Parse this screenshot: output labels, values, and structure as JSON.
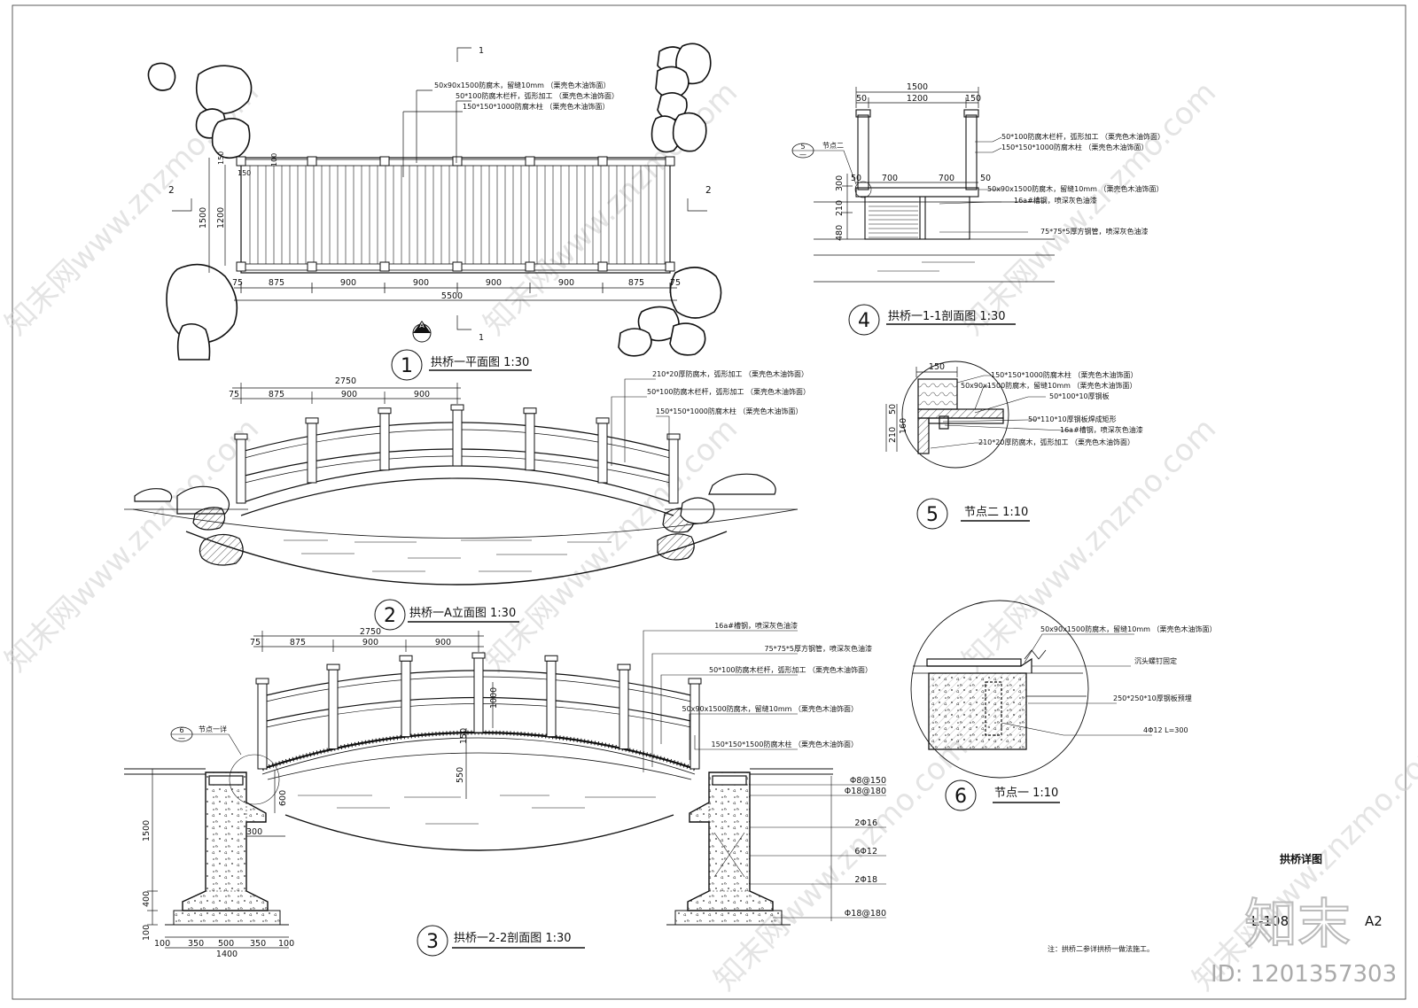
{
  "drawing": {
    "title": "拱桥详图",
    "number": "L-108",
    "sheet_size": "A2",
    "note": "注：拱桥二参详拱桥一做法施工。",
    "brand": "知末",
    "id_label": "ID: 1201357303",
    "watermark_text": "知末网www.znzmo.com"
  },
  "plan": {
    "caption_num": "1",
    "caption": "拱桥一平面图 1:30",
    "section_marks": [
      "1",
      "1",
      "2",
      "2"
    ],
    "view_marker": "A",
    "dims_bottom": [
      "875",
      "900",
      "900",
      "900",
      "900",
      "875"
    ],
    "total": "5500",
    "side_75a": "75",
    "side_75b": "75",
    "dims_left": [
      "150",
      "1500",
      "1200"
    ],
    "dim_100": "100",
    "dim_150": "150",
    "callouts": [
      "50x90x1500防腐木，留缝10mm （栗壳色木油饰面）",
      "50*100防腐木栏杆，弧形加工 （栗壳色木油饰面）",
      "150*150*1000防腐木柱 （栗壳色木油饰面）"
    ]
  },
  "elevation": {
    "caption_num": "2",
    "caption": "拱桥一A立面图 1:30",
    "dims": [
      "75",
      "875",
      "900",
      "900"
    ],
    "total": "2750",
    "callouts": [
      "210*20厚防腐木，弧形加工 （栗壳色木油饰面）",
      "50*100防腐木栏杆，弧形加工 （栗壳色木油饰面）",
      "150*150*1000防腐木柱 （栗壳色木油饰面）"
    ]
  },
  "section22": {
    "caption_num": "3",
    "caption": "拱桥一2-2剖面图 1:30",
    "dims_top": [
      "75",
      "875",
      "900",
      "900"
    ],
    "total": "2750",
    "dims_bottom": [
      "100",
      "350",
      "500",
      "350",
      "100"
    ],
    "total_bottom": "1400",
    "dim_left_a": "1500",
    "dim_left_b": "400",
    "dim_left_c": "100",
    "dim_300": "300",
    "dim_600": "600",
    "dim_1000": "1000",
    "dim_150": "150",
    "dim_550": "550",
    "detail_ref_num": "6",
    "detail_ref_sub": "—",
    "detail_ref_label": "节点一详",
    "callouts": [
      "16a#槽钢，喷深灰色油漆",
      "75*75*5厚方钢管，喷深灰色油漆",
      "50*100防腐木栏杆，弧形加工 （栗壳色木油饰面）",
      "50x90x1500防腐木，留缝10mm （栗壳色木油饰面）",
      "150*150*1500防腐木柱 （栗壳色木油饰面）"
    ],
    "rebar": [
      "Φ8@150",
      "Φ18@180",
      "2Φ16",
      "6Φ12",
      "2Φ18",
      "Φ18@180"
    ]
  },
  "section11": {
    "caption_num": "4",
    "caption": "拱桥一1-1剖面图 1:30",
    "dims_top": [
      "50",
      "1200",
      "150"
    ],
    "total": "1500",
    "dims_mid": [
      "50",
      "700",
      "700",
      "50"
    ],
    "dims_left": [
      "210",
      "300",
      "480"
    ],
    "node_ref_num": "5",
    "node_ref_sub": "—",
    "node_ref_label": "节点二",
    "callouts": [
      "50*100防腐木栏杆，弧形加工 （栗壳色木油饰面）",
      "150*150*1000防腐木柱 （栗壳色木油饰面）",
      "50x90x1500防腐木，留缝10mm （栗壳色木油饰面）",
      "16a#槽钢，喷深灰色油漆",
      "75*75*5厚方钢管，喷深灰色油漆"
    ]
  },
  "node2": {
    "caption_num": "5",
    "caption": "节点二 1:10",
    "dim_150": "150",
    "dims_left": [
      "50",
      "210",
      "160"
    ],
    "callouts": [
      "150*150*1000防腐木柱 （栗壳色木油饰面）",
      "50x90x1500防腐木，留缝10mm （栗壳色木油饰面）",
      "50*100*10厚钢板",
      "50*110*10厚钢板焊成矩形",
      "16a#槽钢，喷深灰色油漆",
      "210*20厚防腐木，弧形加工 （栗壳色木油饰面）"
    ]
  },
  "node1": {
    "caption_num": "6",
    "caption": "节点一 1:10",
    "callouts": [
      "50x90x1500防腐木，留缝10mm （栗壳色木油饰面）",
      "沉头螺钉固定",
      "250*250*10厚钢板预埋",
      "4Φ12 L=300"
    ]
  }
}
